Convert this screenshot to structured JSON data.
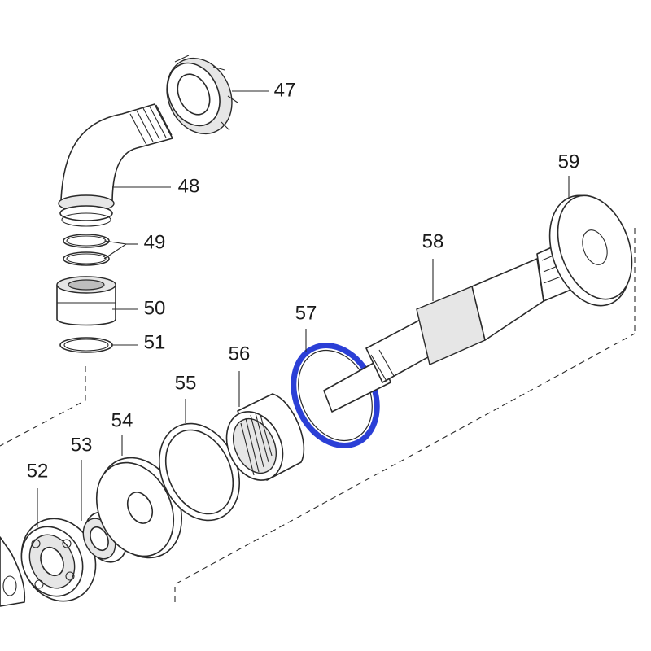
{
  "diagram": {
    "highlight_color": "#2b3fd6",
    "highlighted_part": "57",
    "callouts": [
      {
        "id": "47",
        "label": "47"
      },
      {
        "id": "48",
        "label": "48"
      },
      {
        "id": "49",
        "label": "49"
      },
      {
        "id": "50",
        "label": "50"
      },
      {
        "id": "51",
        "label": "51"
      },
      {
        "id": "52",
        "label": "52"
      },
      {
        "id": "53",
        "label": "53"
      },
      {
        "id": "54",
        "label": "54"
      },
      {
        "id": "55",
        "label": "55"
      },
      {
        "id": "56",
        "label": "56"
      },
      {
        "id": "57",
        "label": "57"
      },
      {
        "id": "58",
        "label": "58"
      },
      {
        "id": "59",
        "label": "59"
      }
    ]
  }
}
